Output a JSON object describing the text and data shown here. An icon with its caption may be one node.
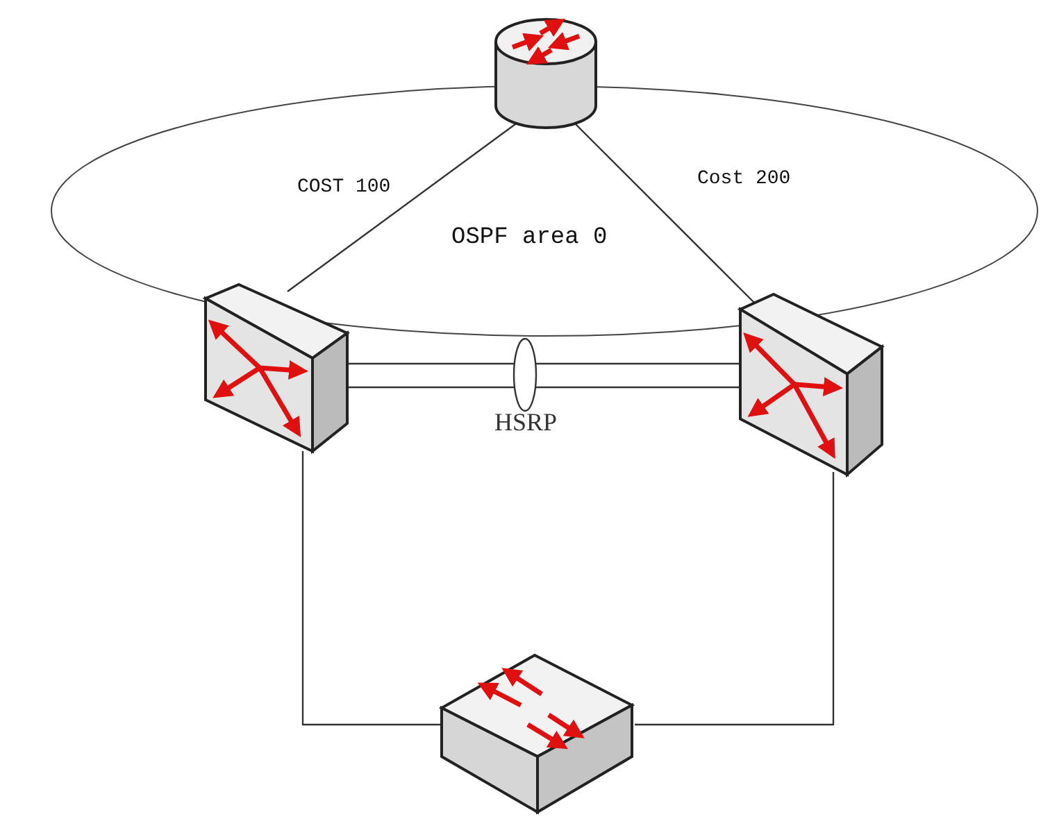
{
  "diagram": {
    "nodes": [
      {
        "text": [],
        "shape": "picture"
      },
      {
        "text": [],
        "shape": "picture"
      },
      {
        "text": [],
        "shape": "picture"
      },
      {
        "text": [],
        "shape": "picture"
      }
    ],
    "edges": [
      {
        "from": 0,
        "to": 1,
        "arrow": "none",
        "label": "COST 100"
      },
      {
        "from": 0,
        "to": 2,
        "arrow": "none",
        "label": "Cost 200"
      },
      {
        "from": 1,
        "to": 2,
        "arrow": "none"
      },
      {
        "from": 1,
        "to": 2,
        "arrow": "none"
      },
      {
        "from": 1,
        "to": 3,
        "arrow": "none"
      },
      {
        "from": 2,
        "to": 3,
        "arrow": "none"
      }
    ],
    "labels": [
      "OSPF area 0",
      "HSRP"
    ]
  }
}
